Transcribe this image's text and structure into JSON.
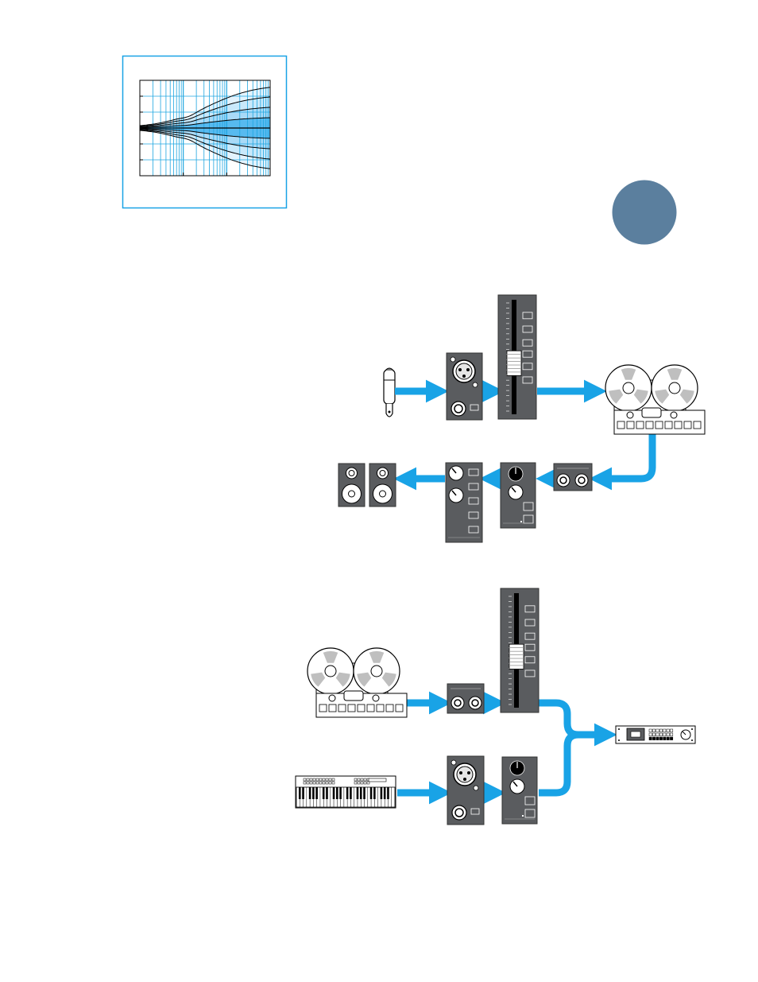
{
  "page": {
    "background": "#ffffff"
  },
  "colors": {
    "signal_arrow": "#19a3e6",
    "eq_frame": "#19a3e6",
    "eq_grid": "#1fa6e0",
    "eq_fill_light": "#e3f3fd",
    "eq_fill_mid": "#a9daf7",
    "eq_fill_dark": "#57baf0",
    "panel_gray": "#5a5c5f",
    "badge": "#5b7f9e",
    "reel_gray": "#bfbfbf"
  },
  "eq_graph": {
    "description_icon": "high-shelf-eq-curve-icon",
    "boost_curves": 4,
    "cut_curves": 4
  },
  "section_badge": {
    "icon": "section-circle-badge",
    "text": ""
  },
  "diagram_1": {
    "source": "microphone-icon",
    "chain": [
      "mic-input-strip",
      "channel-fader",
      "tape-recorder"
    ],
    "return_chain": [
      "tape-return-jacks",
      "channel-eq-strip",
      "monitor-section",
      "studio-monitors"
    ]
  },
  "diagram_2": {
    "sources": [
      "tape-recorder",
      "synthesizer-keyboard"
    ],
    "destination": "rack-processor"
  }
}
